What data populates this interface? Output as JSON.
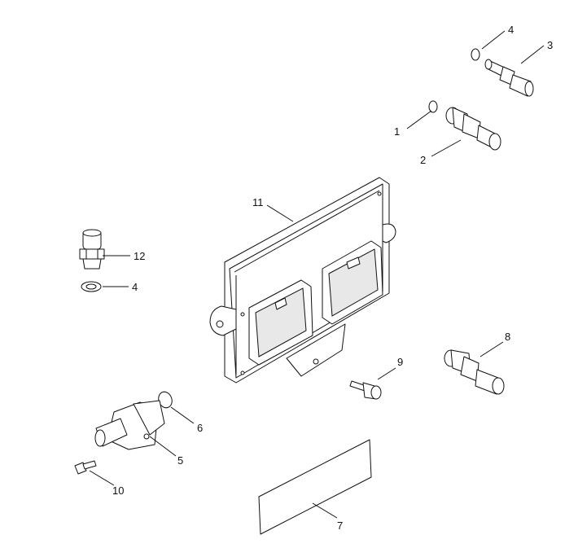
{
  "diagram": {
    "callouts": [
      {
        "id": "c1",
        "label": "1",
        "part": "o-ring"
      },
      {
        "id": "c2",
        "label": "2",
        "part": "pressure-sensor"
      },
      {
        "id": "c3",
        "label": "3",
        "part": "temperature-sensor"
      },
      {
        "id": "c4a",
        "label": "4",
        "part": "o-ring"
      },
      {
        "id": "c4b",
        "label": "4",
        "part": "washer"
      },
      {
        "id": "c5",
        "label": "5",
        "part": "speed-sensor"
      },
      {
        "id": "c6",
        "label": "6",
        "part": "o-ring"
      },
      {
        "id": "c7",
        "label": "7",
        "part": "label-plate"
      },
      {
        "id": "c8",
        "label": "8",
        "part": "sensor"
      },
      {
        "id": "c9",
        "label": "9",
        "part": "bolt"
      },
      {
        "id": "c10",
        "label": "10",
        "part": "screw"
      },
      {
        "id": "c11",
        "label": "11",
        "part": "control-module"
      },
      {
        "id": "c12",
        "label": "12",
        "part": "sensor"
      }
    ]
  }
}
